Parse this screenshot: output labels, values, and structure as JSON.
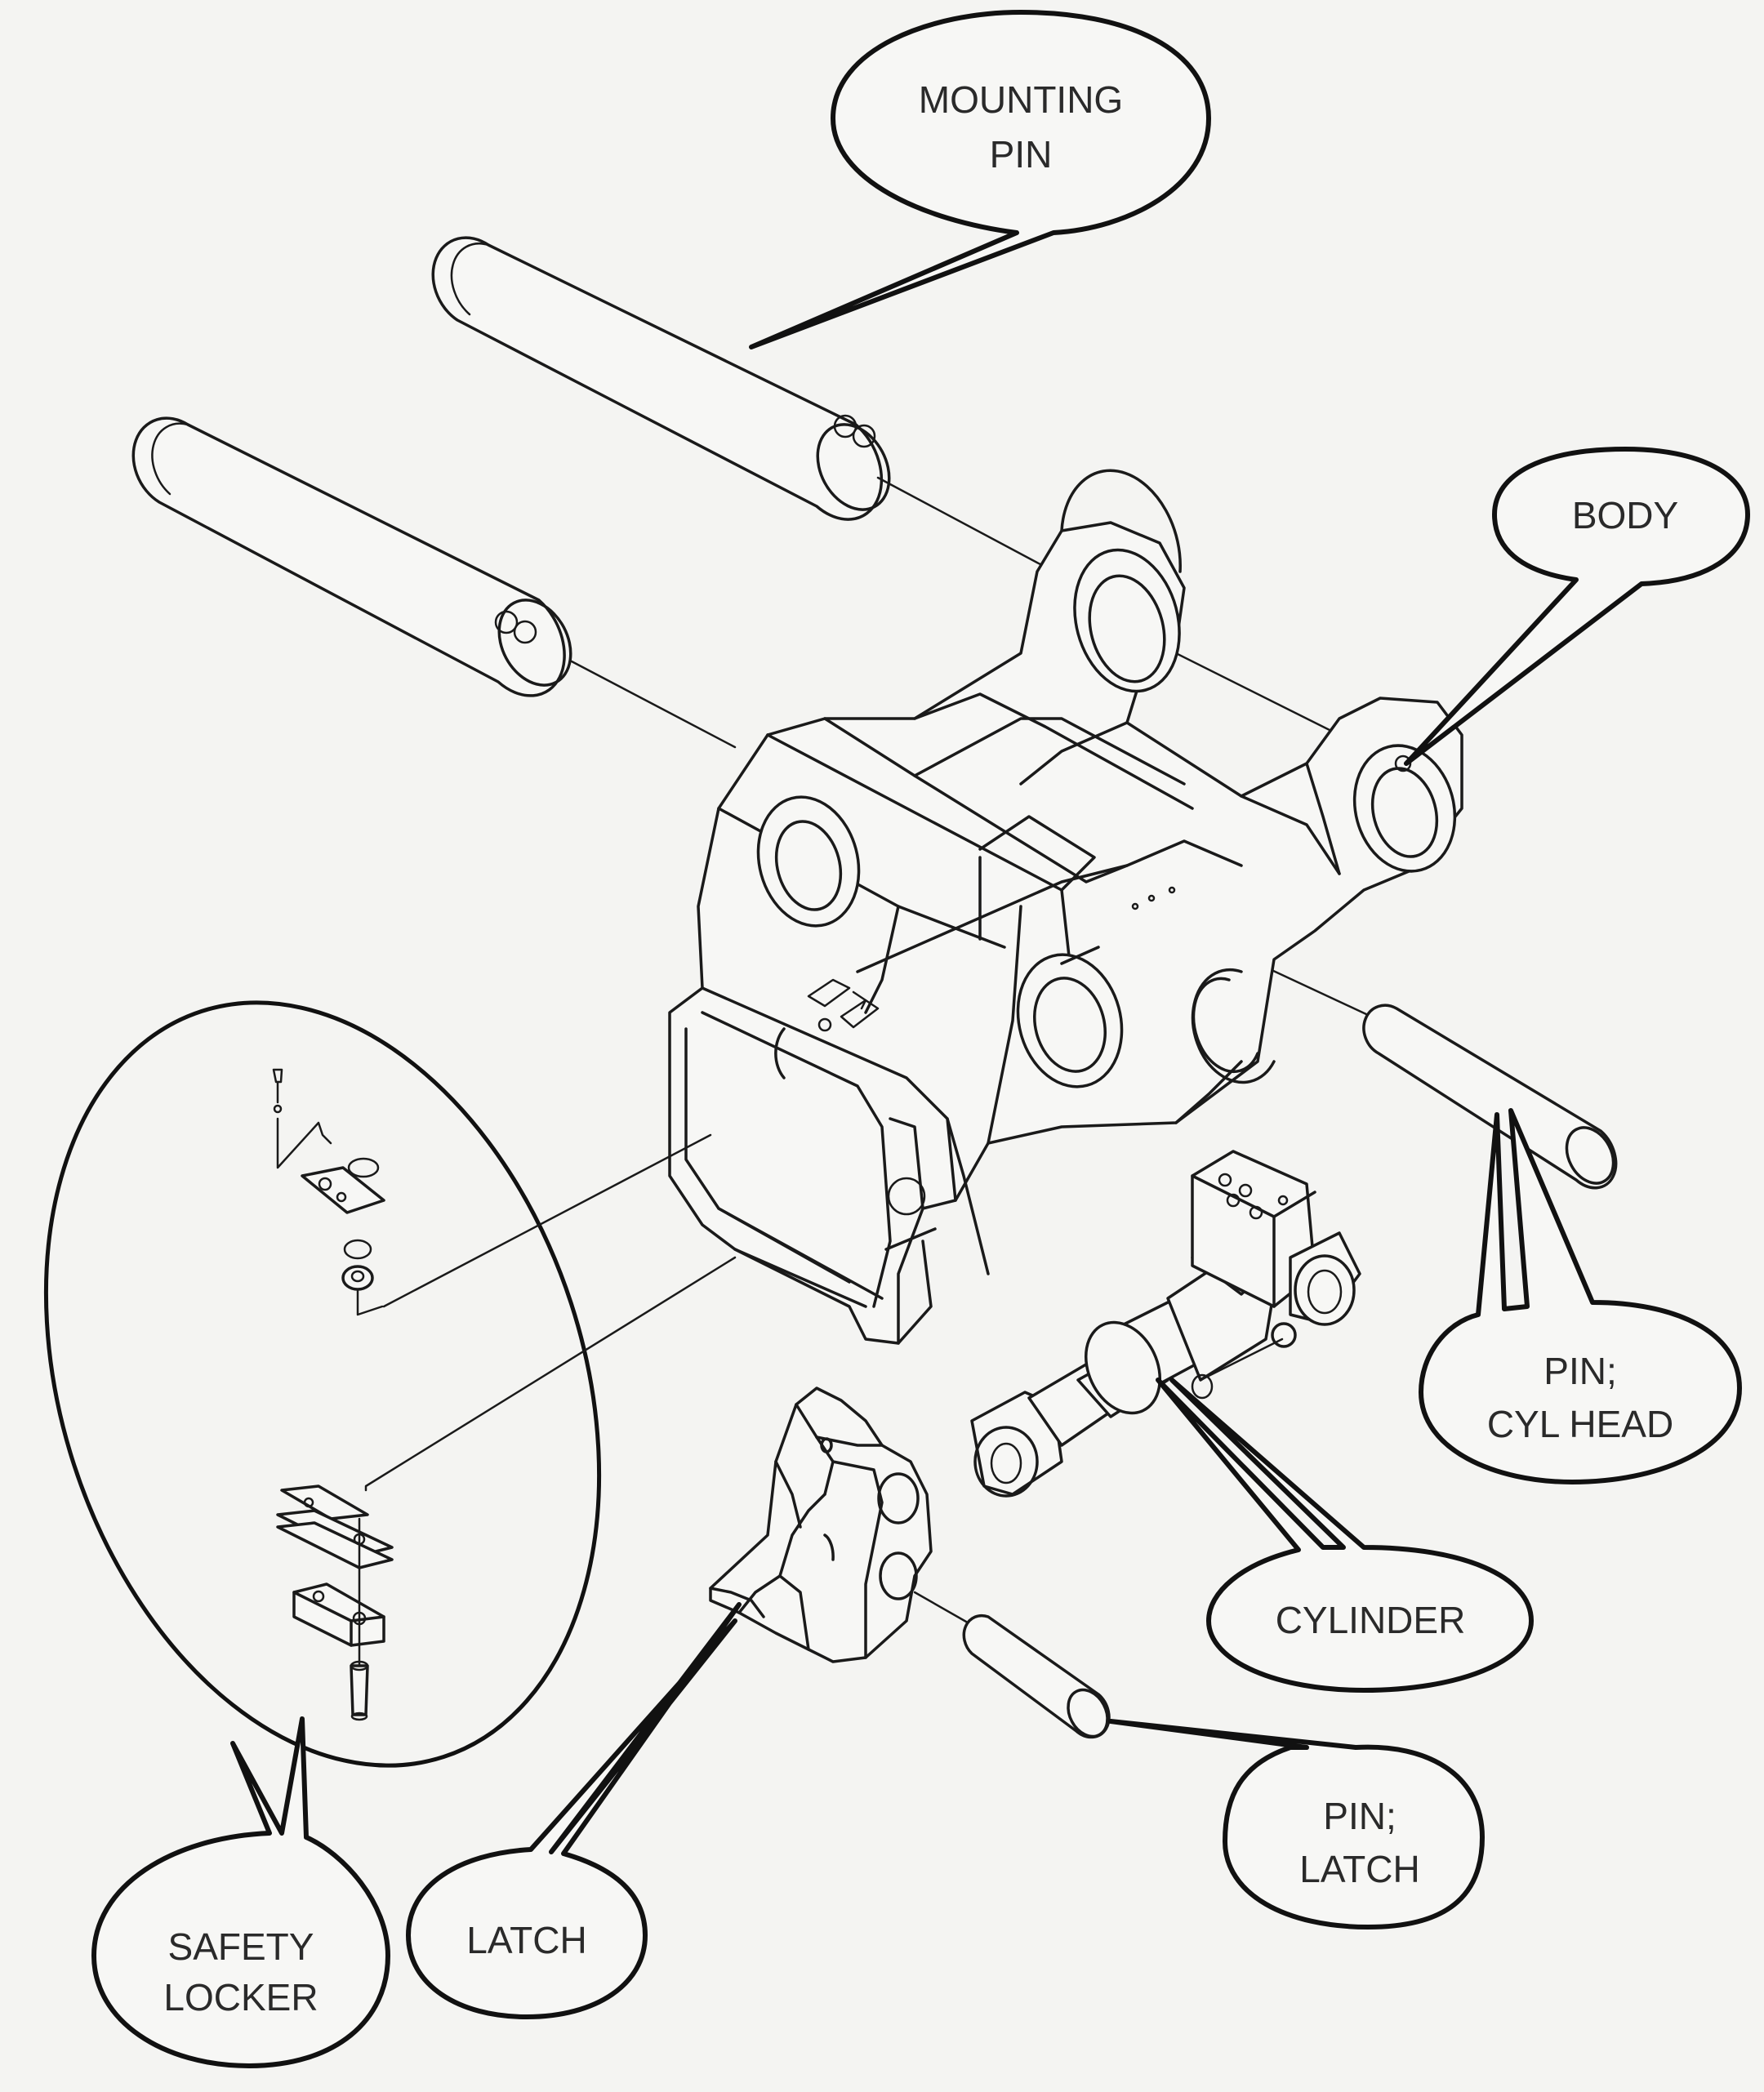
{
  "callouts": {
    "mounting_pin": [
      "MOUNTING",
      "PIN"
    ],
    "body": [
      "BODY"
    ],
    "pin_cyl_head": [
      "PIN;",
      "CYL HEAD"
    ],
    "cylinder": [
      "CYLINDER"
    ],
    "pin_latch": [
      "PIN;",
      "LATCH"
    ],
    "latch": [
      "LATCH"
    ],
    "safety_locker": [
      "SAFETY",
      "LOCKER"
    ]
  }
}
